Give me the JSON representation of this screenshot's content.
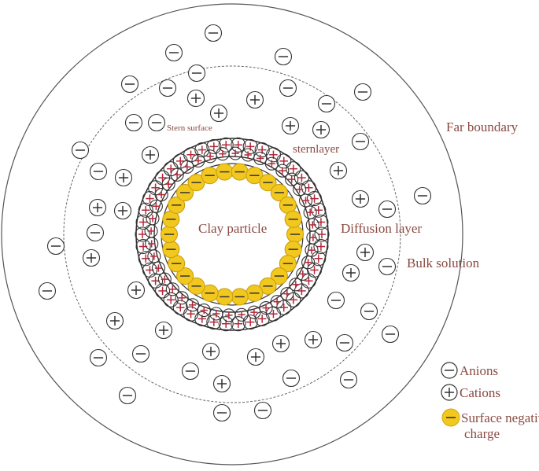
{
  "labels": {
    "stern_surface": "Stern surface",
    "stern_layer": "sternlayer",
    "clay_particle": "Clay particle",
    "diffusion_layer": "Diffusion layer",
    "bulk_solution": "Bulk solution",
    "far_boundary": "Far boundary"
  },
  "legend": {
    "anions": "Anions",
    "cations": "Cations",
    "surface_negative_charge_line1": "Surface negative",
    "surface_negative_charge_line2": "charge"
  },
  "colors": {
    "label_text": "#8a4a42",
    "surface_charge_fill": "#f2c81f",
    "cation_ring_plus": "#b3283a",
    "outline": "#444444"
  },
  "icons": {
    "anion": "circled-minus",
    "cation": "circled-plus",
    "surface_charge": "yellow-circle-minus"
  }
}
